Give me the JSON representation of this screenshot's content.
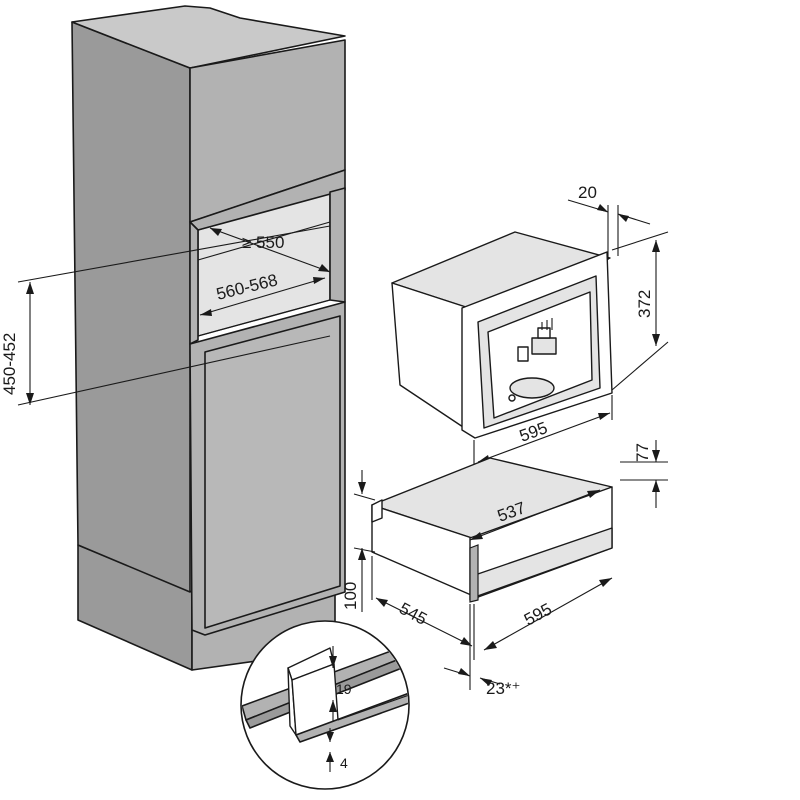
{
  "dimensions": {
    "niche_depth_min": "≥ 550",
    "niche_width": "560-568",
    "niche_height": "450-452",
    "front_thickness": "20",
    "appliance_height": "372",
    "appliance_width": "595",
    "drawer_gap": "77",
    "drawer_inner_width": "537",
    "drawer_height": "100",
    "drawer_depth": "545",
    "drawer_width": "595",
    "drawer_front_offset": "23*⁺",
    "detail_step_height": "19",
    "detail_gap": "4"
  },
  "colors": {
    "cabinet_front": "#b2b2b2",
    "cabinet_side": "#9a9a9a",
    "line": "#1a1a1a"
  }
}
